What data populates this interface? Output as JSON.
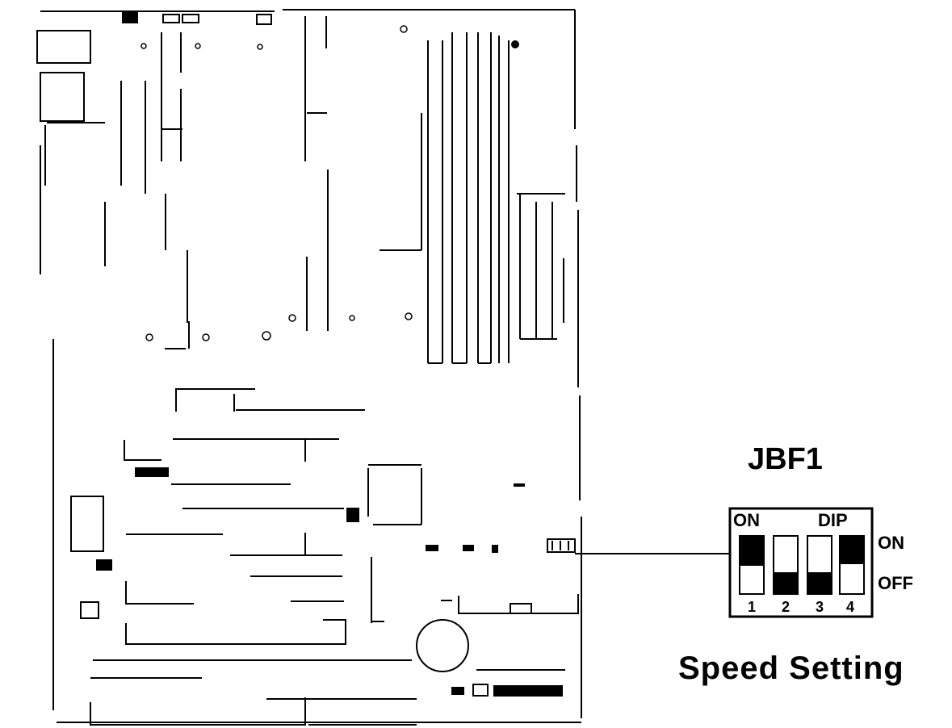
{
  "dip": {
    "title": "JBF1",
    "caption": "Speed Setting",
    "on_label_top": "ON",
    "dip_label_top": "DIP",
    "on_label_side": "ON",
    "off_label_side": "OFF",
    "switches": [
      {
        "number": "1",
        "state": "ON"
      },
      {
        "number": "2",
        "state": "OFF"
      },
      {
        "number": "3",
        "state": "OFF"
      },
      {
        "number": "4",
        "state": "ON"
      }
    ]
  },
  "board": {
    "connector_label": "JBF1"
  },
  "colors": {
    "ink": "#000000",
    "background": "#ffffff"
  }
}
